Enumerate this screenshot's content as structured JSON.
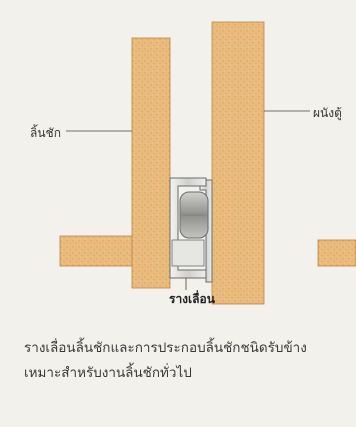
{
  "labels": {
    "drawer": "ลิ้นชัก",
    "cabinet_wall": "ผนังตู้",
    "rail": "รางเลื่อน"
  },
  "caption": {
    "line1": "รางเลื่อนลิ้นชักและการประกอบลิ้นชักชนิดรับข้าง",
    "line2": "เหมาะสำหรับงานลิ้นชักทั่วไป"
  },
  "colors": {
    "background": "#f2f1ec",
    "wood": "#e9bb7c",
    "wood_speckle": "#c88d4a",
    "metal": "#d8d8d6",
    "metal_outline": "#6b6b6b",
    "roller": "#a9a9a6"
  }
}
